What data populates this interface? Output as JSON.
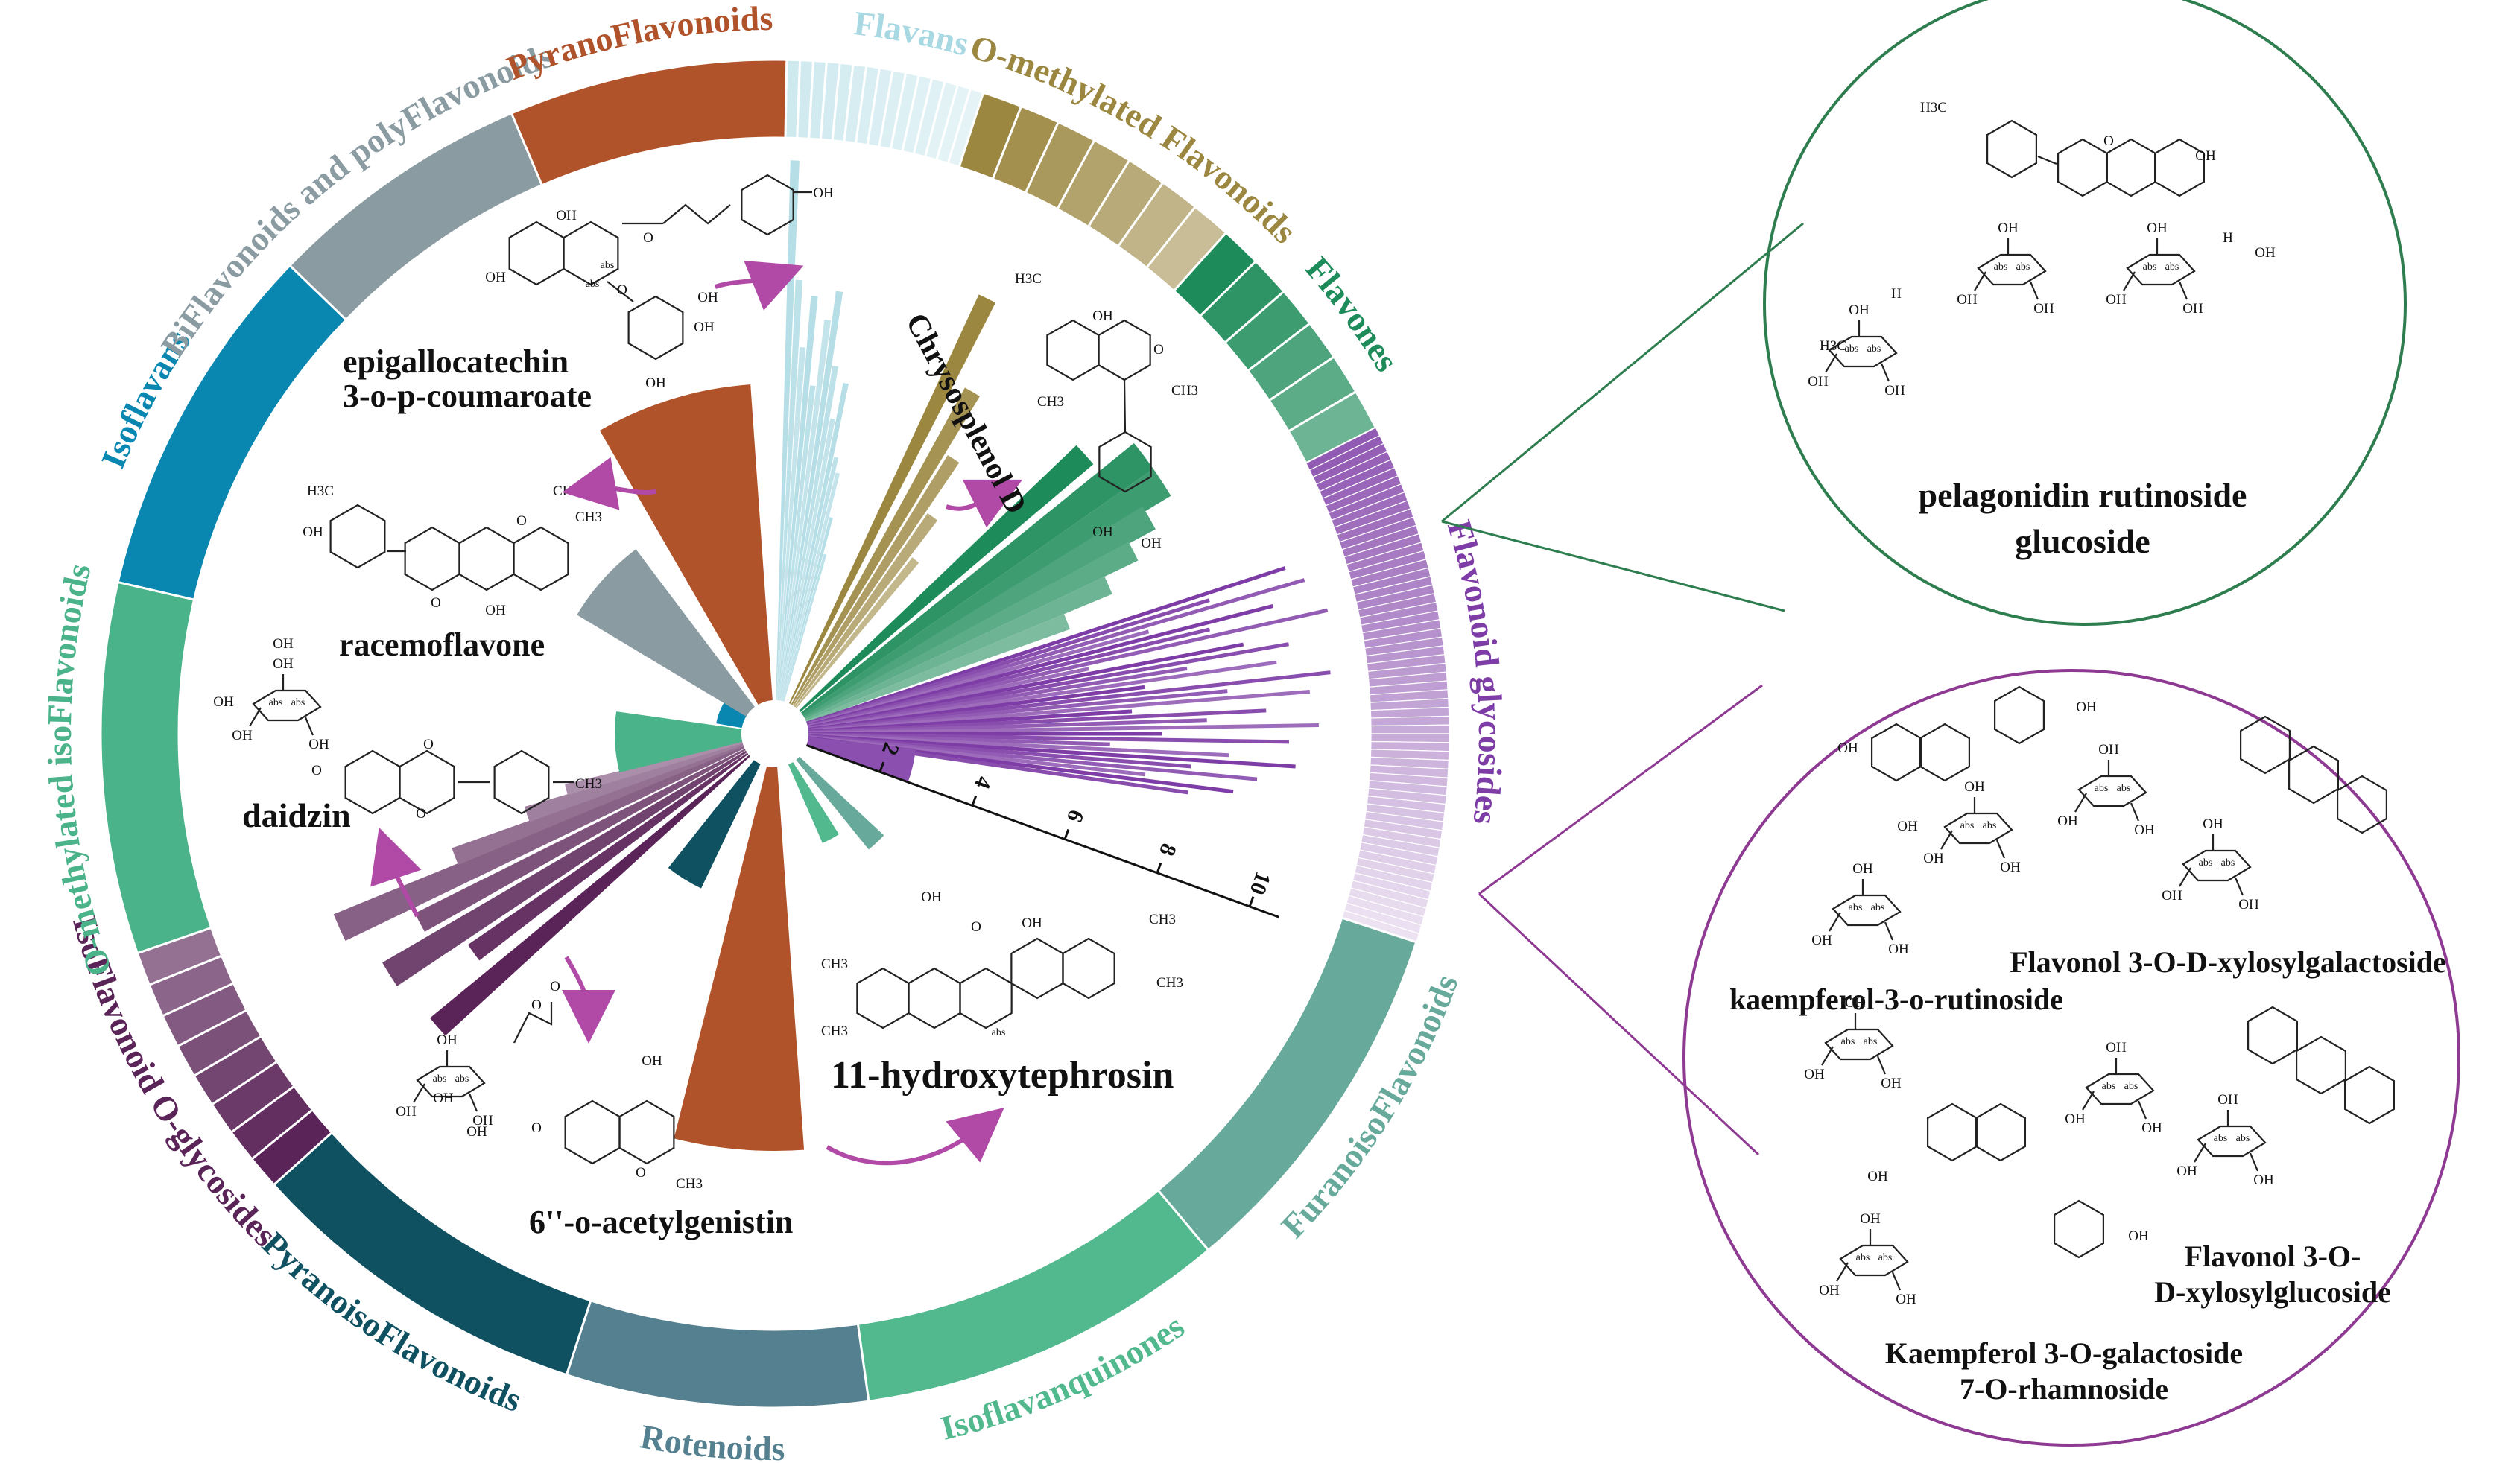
{
  "categories": [
    {
      "name": "Flavans",
      "color": "#a8d8e2"
    },
    {
      "name": "O-methylated Flavonoids",
      "color": "#9b8740"
    },
    {
      "name": "Flavones",
      "color": "#1e8c5a"
    },
    {
      "name": "Flavonoid glycosides",
      "color": "#7e3da6"
    },
    {
      "name": "FuranoisoFlavonoids",
      "color": "#67a99a"
    },
    {
      "name": "Isoflavanquinones",
      "color": "#52b98e"
    },
    {
      "name": "Rotenoids",
      "color": "#55808f"
    },
    {
      "name": "PyranoisoFlavonoids",
      "color": "#0f5161"
    },
    {
      "name": "IsoFlavonoid O-glycosides",
      "color": "#5a2458"
    },
    {
      "name": "O-methylated isoFlavonoids",
      "color": "#4bb38a"
    },
    {
      "name": "Isoflavans",
      "color": "#0a87b0"
    },
    {
      "name": "BiFlavonoids and polyFlavonoids",
      "color": "#8a9ba2"
    },
    {
      "name": "PyranoFlavonoids",
      "color": "#b0522a"
    }
  ],
  "axis": {
    "ticks": [
      "2",
      "4",
      "6",
      "8",
      "10"
    ]
  },
  "molecules": {
    "epigallocatechin": "epigallocatechin\n3-o-p-coumaroate",
    "chrysosplenol": "Chrysosplenol D",
    "racemoflavone": "racemoflavone",
    "daidzin": "daidzin",
    "acetylgenistin": "6''-o-acetylgenistin",
    "tephrosin": "11-hydroxytephrosin"
  },
  "insets": {
    "top": {
      "label": "pelagonidin rutinoside\nglucoside",
      "color": "#2e7d4f"
    },
    "bottom": {
      "color": "#8e3a93",
      "labels": {
        "kaempferol": "kaempferol-3-o-rutinoside",
        "xylgal": "Flavonol 3-O-D-xylosylgalactoside",
        "xylglu": "Flavonol 3-O-\nD-xylosylglucoside",
        "kaemgal": "Kaempferol 3-O-galactoside\n7-O-rhamnoside"
      }
    }
  },
  "atoms": {
    "oh": "OH",
    "o": "O",
    "h3c": "H3C",
    "ch3": "CH3",
    "abs": "abs",
    "h": "H"
  }
}
